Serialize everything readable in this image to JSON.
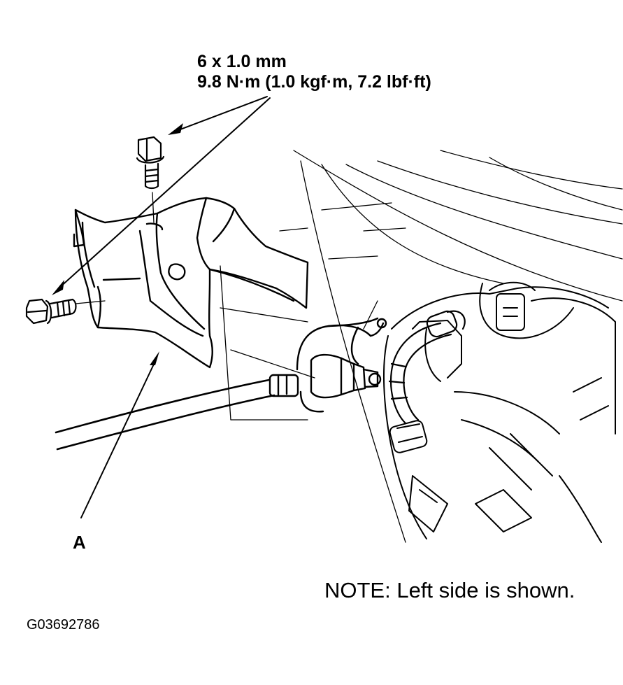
{
  "spec": {
    "bolt_size": "6 x 1.0 mm",
    "torque": "9.8 N·m (1.0 kgf·m, 7.2 lbf·ft)"
  },
  "callout": {
    "label": "A"
  },
  "note": "NOTE: Left side is shown.",
  "figure_code": "G03692786"
}
